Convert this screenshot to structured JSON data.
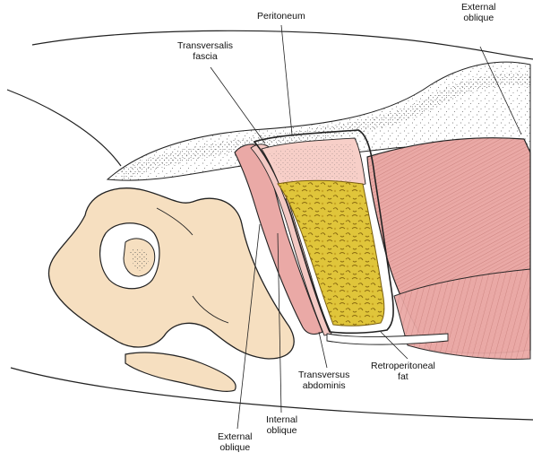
{
  "labels": {
    "peritoneum": "Peritoneum",
    "external_oblique_top": [
      "External",
      "oblique"
    ],
    "transversalis_fascia": [
      "Transversalis",
      "fascia"
    ],
    "transversus_abdominis": [
      "Transversus",
      "abdominis"
    ],
    "retroperitoneal_fat": [
      "Retroperitoneal",
      "fat"
    ],
    "internal_oblique": [
      "Internal",
      "oblique"
    ],
    "external_oblique_bottom": [
      "External",
      "oblique"
    ]
  },
  "colors": {
    "bone": "#f6dfc0",
    "muscle": "#eaa9a6",
    "muscle_stripe": "#c27772",
    "fat": "#e0c53a",
    "peritoneum": "#f7cfc8",
    "skin_stipple": "#6a6a6a",
    "outline": "#222222"
  }
}
